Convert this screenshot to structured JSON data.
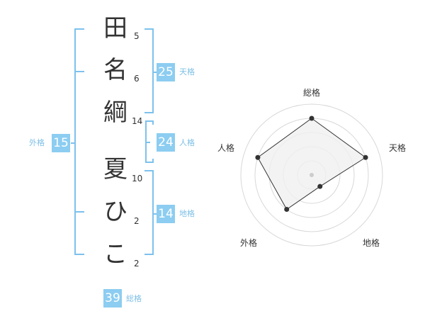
{
  "name": {
    "chars": [
      "田",
      "名",
      "綱",
      "夏",
      "ひ",
      "こ"
    ],
    "strokes": [
      "5",
      "6",
      "14",
      "10",
      "2",
      "2"
    ]
  },
  "kakusu": {
    "tenkaku": {
      "value": "25",
      "label": "天格"
    },
    "jinkaku": {
      "value": "24",
      "label": "人格"
    },
    "chikaku": {
      "value": "14",
      "label": "地格"
    },
    "gaikaku": {
      "value": "15",
      "label": "外格"
    },
    "soukaku": {
      "value": "39",
      "label": "総格"
    }
  },
  "radar": {
    "axes": [
      "総格",
      "天格",
      "地格",
      "外格",
      "人格"
    ],
    "levels": 5,
    "values": [
      0.8,
      0.8,
      0.2,
      0.6,
      0.8
    ],
    "fill_color": "#f0f0f0",
    "stroke_color": "#333333",
    "center_dot_color": "#cccccc"
  },
  "colors": {
    "accent": "#8ccdf1",
    "bracket": "#7dc1ec",
    "label": "#7dbfe6"
  }
}
